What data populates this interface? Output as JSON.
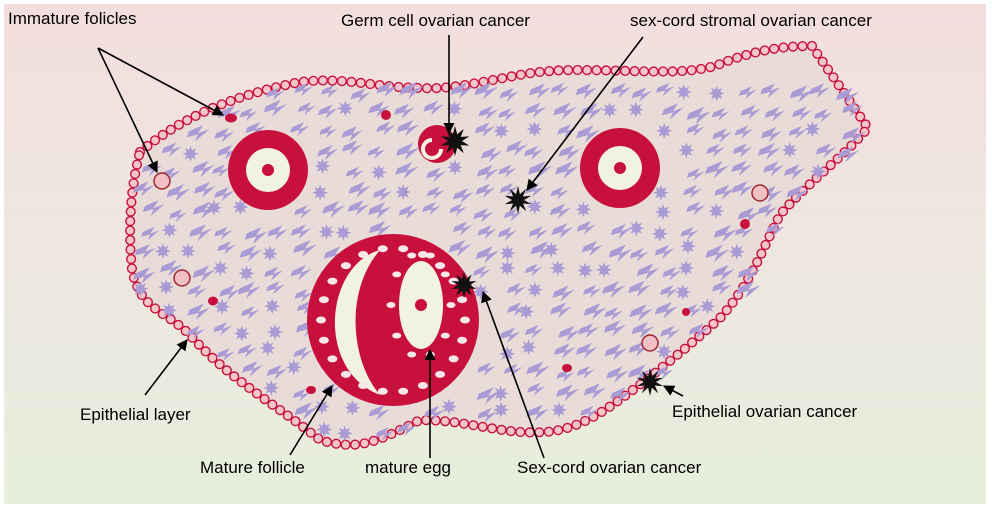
{
  "labels": {
    "immature_follicles": "Immature folicles",
    "germ_cell": "Germ cell ovarian cancer",
    "sex_cord_stromal": "sex-cord stromal ovarian cancer",
    "epithelial_layer": "Epithelial layer",
    "mature_follicle": "Mature follicle",
    "mature_egg": "mature egg",
    "sex_cord": "Sex-cord ovarian cancer",
    "epithelial_cancer": "Epithelial ovarian cancer"
  },
  "colors": {
    "crimson": "#c8103c",
    "cream": "#f1f3e0",
    "cell_fill": "#f4c6ca",
    "stroma": "#a99bd3",
    "tumor": "#111111"
  }
}
